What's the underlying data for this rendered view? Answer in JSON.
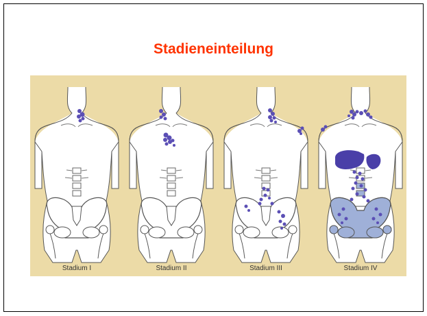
{
  "slide": {
    "title": "Stadieneinteilung"
  },
  "figure": {
    "stages": [
      {
        "label": "Stadium I",
        "affected_regions": [
          "neck"
        ]
      },
      {
        "label": "Stadium II",
        "affected_regions": [
          "neck",
          "chest"
        ]
      },
      {
        "label": "Stadium III",
        "affected_regions": [
          "neck",
          "axilla",
          "abdomen",
          "pelvis"
        ]
      },
      {
        "label": "Stadium IV",
        "affected_regions": [
          "neck",
          "axilla",
          "liver",
          "spleen",
          "abdomen",
          "pelvis",
          "bone-marrow"
        ]
      }
    ]
  },
  "colors": {
    "title": "#ff3300",
    "background_panel": "#ecdba7",
    "lymph_node": "#5b4fb5",
    "organ": "#4a3fa8",
    "bone_marrow": "#9fb0d8"
  }
}
